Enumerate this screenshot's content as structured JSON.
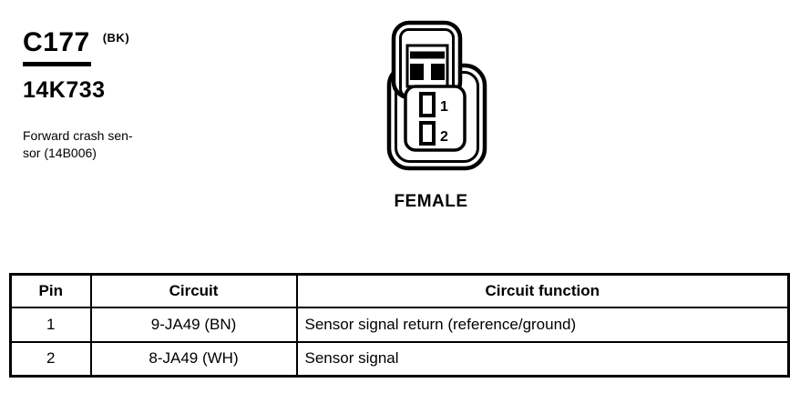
{
  "header": {
    "connector_id": "C177",
    "color_code": "(BK)",
    "part_number": "14K733",
    "description_lines": [
      "Forward crash sen-",
      "sor (14B006)"
    ]
  },
  "connector": {
    "gender_label": "FEMALE",
    "pin_labels": [
      "1",
      "2"
    ]
  },
  "pin_table": {
    "headers": [
      "Pin",
      "Circuit",
      "Circuit function"
    ],
    "rows": [
      [
        "1",
        "9-JA49 (BN)",
        "Sensor signal return (reference/ground)"
      ],
      [
        "2",
        "8-JA49 (WH)",
        "Sensor signal"
      ]
    ]
  },
  "colors": {
    "ink": "#000000",
    "paper": "#ffffff"
  }
}
